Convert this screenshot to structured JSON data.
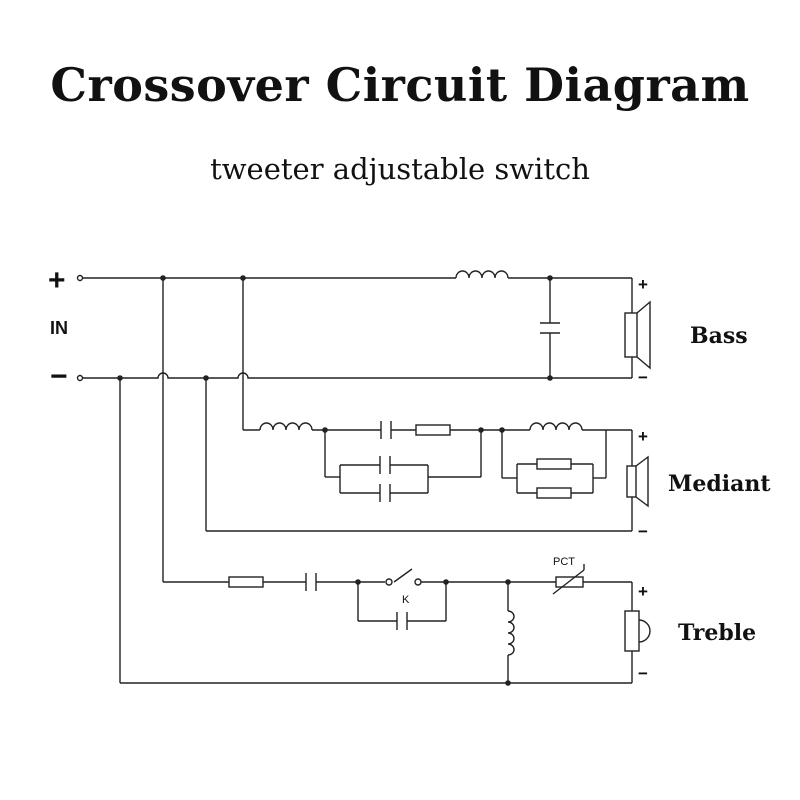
{
  "title": "Crossover Circuit Diagram",
  "subtitle": "tweeter adjustable switch",
  "input": {
    "plus": "+",
    "label": "IN",
    "minus": "−"
  },
  "outputs": [
    {
      "label": "Bass",
      "plus": "+",
      "minus": "−"
    },
    {
      "label": "Mediant",
      "plus": "+",
      "minus": "−"
    },
    {
      "label": "Treble",
      "plus": "+",
      "minus": "−"
    }
  ],
  "components": {
    "switch_label": "K",
    "ptc_label": "PCT"
  }
}
